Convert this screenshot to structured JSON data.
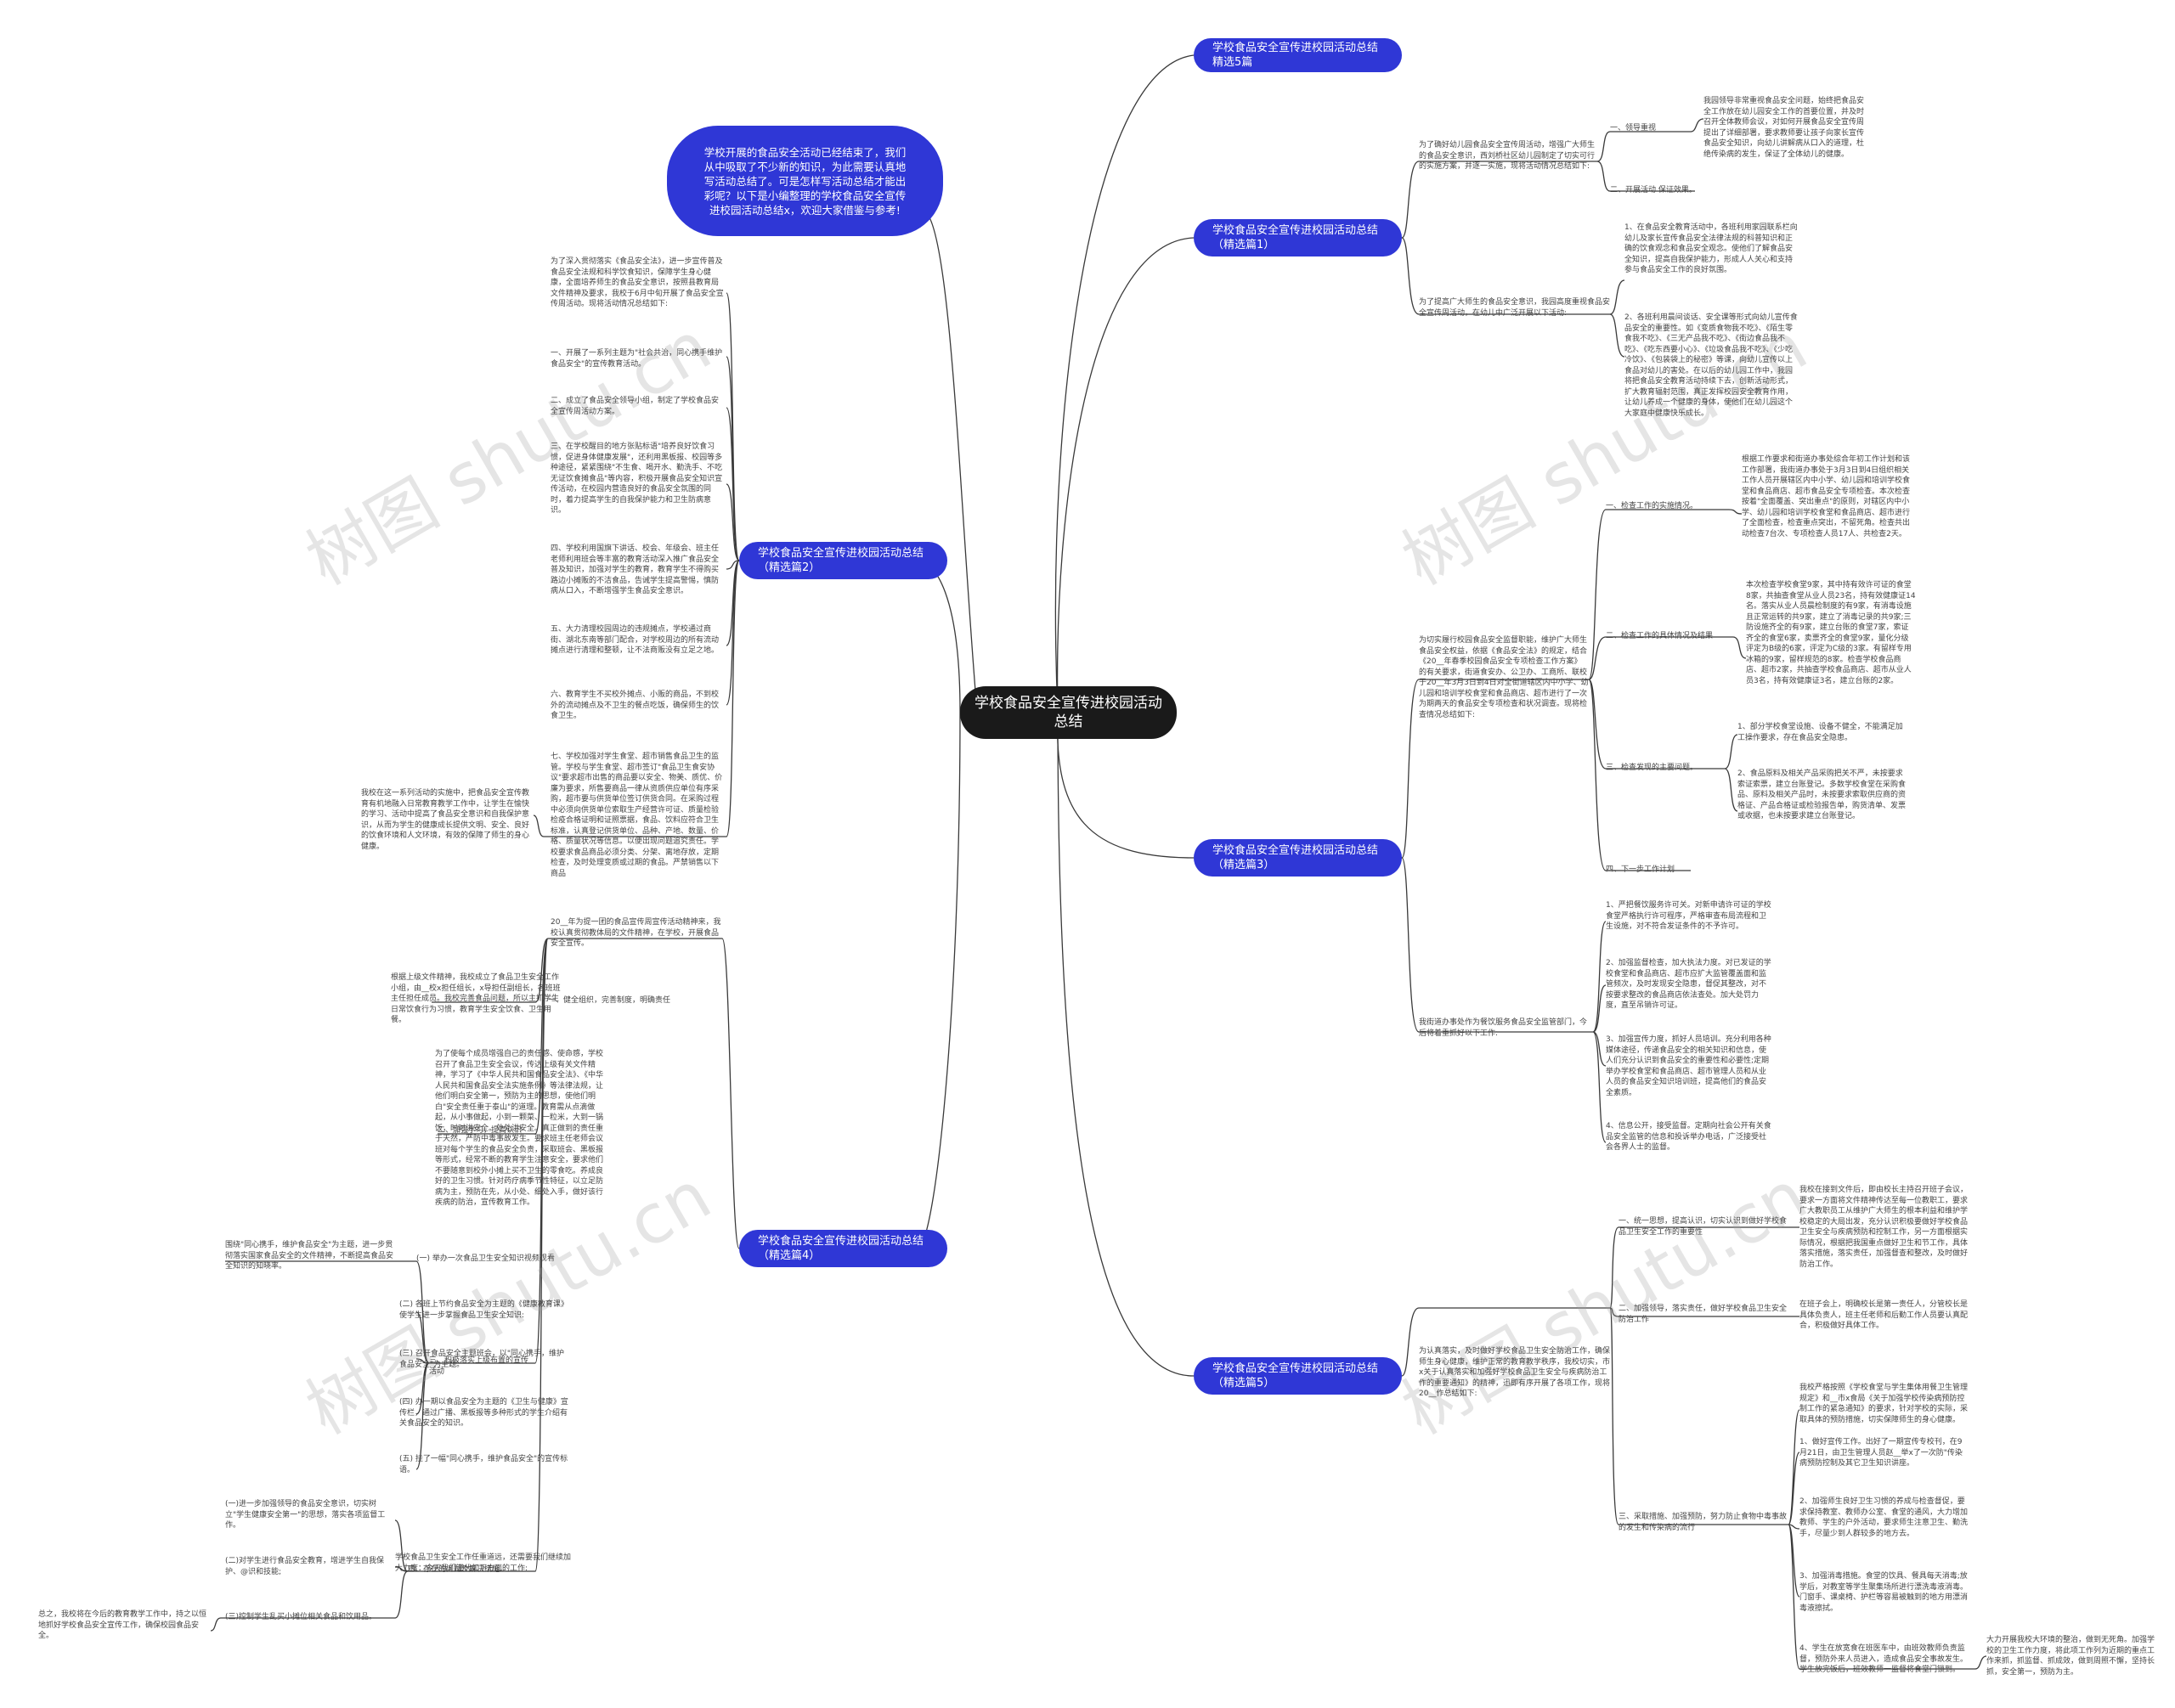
{
  "root": "学校食品安全宣传进校园活动总结",
  "intro": "学校开展的食品安全活动已经结束了，我们从中吸取了不少新的知识，为此需要认真地写活动总结了。可是怎样写活动总结才能出彩呢？以下是小编整理的学校食品安全宣传进校园活动总结x，欢迎大家借鉴与参考!",
  "watermark": "树图 shutu.cn",
  "branches": {
    "b5": "学校食品安全宣传进校园活动总结精选5篇",
    "b1": "学校食品安全宣传进校园活动总结（精选篇1）",
    "b2": "学校食品安全宣传进校园活动总结（精选篇2）",
    "b3": "学校食品安全宣传进校园活动总结（精选篇3）",
    "b4": "学校食品安全宣传进校园活动总结（精选篇4）",
    "b5b": "学校食品安全宣传进校园活动总结（精选篇5）"
  },
  "texts": {
    "p1a": "为了确好幼儿园食品安全宣传周活动，增强广大师生的食品安全意识，西刘桥社区幼儿园制定了切实可行的实施方案，并逐一实施，现将活动情况总结如下:",
    "p1a1": "一、领导重视",
    "p1a1t": "我园领导非常重视食品安全问题，始终把食品安全工作放在幼儿园安全工作的首要位置，并及时召开全体教师会议，对如何开展食品安全宣传周提出了详细部署，要求教师要让孩子向家长宣传食品安全知识，向幼儿讲解病从口入的道理，杜绝传染病的发生，保证了全体幼儿的健康。",
    "p1a2": "二、开展活动 保证效果。",
    "p1b": "为了提高广大师生的食品安全意识，我园高度重视食品安全宣传周活动，在幼儿中广泛开展以下活动:",
    "p1b1": "1、在食品安全教育活动中，各班利用家园联系栏向幼儿及家长宣传食品安全法律法规的科普知识和正确的饮食观念和食品安全观念。使他们了解食品安全知识，提高自我保护能力，形成人人关心和支持参与食品安全工作的良好氛围。",
    "p1b2": "2、各班利用晨间谈话、安全课等形式向幼儿宣传食品安全的重要性。如《变质食物我不吃》、《陌生零食我不吃》、《三无产品我不吃》、《街边食品我不吃》、《吃东西要小心》、《垃圾食品我不吃》、《少吃冷饮》、《包装袋上的秘密》等课，向幼儿宣传以上食品对幼儿的害处。在以后的幼儿园工作中，我园将把食品安全教育活动持续下去，创新活动形式，扩大教育辐射范围，真正发挥校园安全教育作用，让幼儿养成一个健康的身体，使他们在幼儿园这个大家庭中健康快乐成长。",
    "p2a": "为了深入贯彻落实《食品安全法》，进一步宣传普及食品安全法规和科学饮食知识，保障学生身心健康，全面培养师生的食品安全意识，按照县教育局文件精神及要求，我校于6月中旬开展了食品安全宣传周活动。现将活动情况总结如下:",
    "p2b": "一、开展了一系列主题为\"社会共治，同心携手维护食品安全\"的宣传教育活动。",
    "p2c": "二、成立了食品安全领导小组，制定了学校食品安全宣传周活动方案。",
    "p2d": "三、在学校醒目的地方张贴标语\"培养良好饮食习惯，促进身体健康发展\"，还利用黑板报、校园等多种途径，紧紧围绕\"不生食、喝开水、勤洗手、不吃无证饮食摊食品\"等内容，积极开展食品安全知识宣传活动，在校园内营造良好的食品安全氛围的同时，着力提高学生的自我保护能力和卫生防病意识。",
    "p2e": "四、学校利用国旗下讲话、校会、年级会、班主任老师利用班会等丰富的教育活动深入推广食品安全普及知识，加强对学生的教育，教育学生不得购买路边小摊贩的不洁食品，告诫学生提高警惕，慎防病从口入，不断增强学生食品安全意识。",
    "p2f": "五、大力清理校园周边的违规摊点，学校通过商街、湖北东南等部门配合，对学校周边的所有流动摊点进行清理和整顿，让不法商贩没有立足之地。",
    "p2g": "六、教育学生不买校外摊点、小贩的商品，不到校外的流动摊点及不卫生的餐点吃饭，确保师生的饮食卫生。",
    "p2h": "七、学校加强对学生食堂、超市销售食品卫生的监管。学校与学生食堂、超市签订\"食品卫生食安协议\"要求超市出售的商品要以安全、物美、质优、价廉为要求，所售要商品一律从资质供应单位有序采购，超市要与供货单位签订供货合同。在采购过程中必须向供货单位索取生产经营许可证、质量检验检疫合格证明和证照票据，食品、饮料应符合卫生标准，认真登记供货单位、品种、产地、数量、价格、质量状况等信息。以便出现问题追究责任。学校要求食品商品必须分类、分架、离地存放，定期检查，及时处理变质或过期的食品。严禁销售以下商品",
    "p2i": "我校在这一系列活动的实施中，把食品安全宣传教育有机地融入日常教育教学工作中，让学生在愉快的学习、活动中提高了食品安全意识和自我保护意识，从而为学生的健康成长提供文明、安全、良好的饮食环境和人文环境，有效的保障了师生的身心健康。",
    "p3a": "为切实履行校园食品安全监督职能，维护广大师生食品安全权益，依据《食品安全法》的规定，结合《20__年春季校园食品安全专项检查工作方案》的有关要求，街道食安办、公卫办、工商所、联校于20__年3月3日到4日对全街道辖区内中小学、幼儿园和培训学校食堂和食品商店、超市进行了一次为期两天的食品安全专项检查和状况调查。现将检查情况总结如下:",
    "p3a1": "一、检查工作的实施情况。",
    "p3a1t": "根据工作要求和街道办事处综合年初工作计划和该工作部署，我街道办事处于3月3日到4日组织相关工作人员开展辖区内中小学、幼儿园和培训学校食堂和食品商店、超市食品安全专项检查。本次检查按着\"全面覆盖、突出重点\"的原则，对辖区内中小学、幼儿园和培训学校食堂和食品商店、超市进行了全面检查，检查重点突出，不留死角。检查共出动检查7台次、专项检查人员17人、共检查2天。",
    "p3a2": "二、检查工作的具体情况及结果",
    "p3a2t": "本次检查学校食堂9家，其中持有效许可证的食堂8家，共抽查食堂从业人员23名，持有效健康证14名。落实从业人员晨检制度的有9家，有消毒设施且正常运转的共9家，建立了消毒记录的共9家;三防设施齐全的有9家，建立台账的食堂7家，索证齐全的食堂6家，卖票齐全的食堂9家，量化分级评定为B级的6家，评定为C级的3家。有留样专用冰箱的9家，留样规范的8家。检查学校食品商店、超市2家，共抽查学校食品商店、超市从业人员3名，持有效健康证3名，建立台账的2家。",
    "p3a3": "三、检查发现的主要问题。",
    "p3a3t1": "1、部分学校食堂设施、设备不健全，不能满足加工操作要求，存在食品安全隐患。",
    "p3a3t2": "2、食品原料及相关产品采购把关不严，未按要求索证索票，建立台账登记。多数学校食堂在采购食品、原料及相关产品时，未按要求索取供应商的资格证、产品合格证或检验报告单，购货清单、发票或收据，也未按要求建立台账登记。",
    "p3a4": "四、下一步工作计划",
    "p3b": "我街道办事处作为餐饮服务食品安全监管部门，今后将着重抓好以下工作:",
    "p3b1": "1、严把餐饮服务许可关。对新申请许可证的学校食堂严格执行许可程序，严格审查布局流程和卫生设施，对不符合发证条件的不予许可。",
    "p3b2": "2、加强监督检查，加大执法力度。对已发证的学校食堂和食品商店、超市应扩大监管覆盖面和监管频次，及时发现安全隐患，督促其整改，对不按要求整改的食品商店依法查处。加大处罚力度，直至吊销许可证。",
    "p3b3": "3、加强宣传力度，抓好人员培训。充分利用各种媒体途径，传递食品安全的相关知识和信息，使人们充分认识到食品安全的重要性和必要性;定期举办学校食堂和食品商店、超市管理人员和从业人员的食品安全知识培训班，提高他们的食品安全素质。",
    "p3b4": "4、信息公开，接受监督。定期向社会公开有关食品安全监管的信息和投诉举办电话，广泛接受社会各界人士的监督。",
    "p4a": "20__年为提一团的食品宣传周宣传活动精神来，我校认真贯彻教体局的文件精神，在学校，开展食品安全宣传。",
    "p4a1": "一、健全组织，完善制度，明确责任",
    "p4a1t": "根据上级文件精神，我校成立了食品卫生安全工作小组，由__校x担任组长，x导担任副组长，各班班主任担任成员。我校完善食品问题，所以主抓学生日常饮食行为习惯，教育学生安全饮食、卫生用餐。",
    "p4a2": "二、加强学习，提高认识",
    "p4a2t": "为了使每个成员增强自己的责任感、使命感，学校召开了食品卫生安全会议，传达上级有关文件精神，学习了《中华人民共和国食品安全法》、《中华人民共和国食品安全法实施条例》等法律法规，让他们明白安全第一，预防为主的思想，使他们明白\"安全责任重于泰山\"的道理。教育需从点滴做起，从小事做起，小到一颗菜、一粒米，大到一锅饭，时时讲安全。处处讲安全。真正做到的责任重于天然，严防中毒事故发生。要求班主任老师会议班对每个学生的食品安全负责，采取班会、黑板报等形式，经常不断的教育学生注意安全，要求他们不要随意到校外小摊上买不卫生的零食吃。养成良好的卫生习惯。针对药疗病季节性特征，以立足防病为主，预防在先，从小处、细处入手，做好该行疾病的防治，宣传教育工作。",
    "p4a3": "三、积极落实上级布置的宣传活动",
    "p4a3a": "(一) 举办一次食品卫生安全知识视频观看",
    "p4a3at": "围绕\"同心携手，维护食品安全\"为主题，进一步贯彻落实国家食品安全的文件精神，不断提高食品安全知识的知晓率。",
    "p4a3b": "(二) 各班上节约食品安全为主题的《健康教育课》使学生进一步掌握食品卫生安全知识:",
    "p4a3c": "(三) 召开食品安全主题班会，以\"同心携手，维护食品安全\"为主题。",
    "p4a3d": "(四) 办一期以食品安全为主题的《卫生与健康》宣传栏，通过广播、黑板报等多种形式的学生介绍有关食品安全的知识。",
    "p4a3e": "(五) 挂了一幅\"同心携手，维护食品安全\"的宣传标语。",
    "p4a4": "四、存在的问题及解决措施。",
    "p4a4t": "学校食品卫生安全工作任重道远，还需要我们继续加大力度：今天我们谨代如下方面的工作:",
    "p4a4a": "(一)进一步加强领导的食品安全意识，切实树立\"学生健康安全第一\"的思想，落实各项监督工作。",
    "p4a4b": "(二)对学生进行食品安全教育，增进学生自我保护、@识和技能;",
    "p4a4c": "(三)控制学生乱买小摊位相关食品和饮用品。",
    "p4z": "总之，我校将在今后的教育教学工作中，持之以恒地抓好学校食品安全宣传工作，确保校园食品安全。",
    "p5a": "为认真落实，及时做好学校食品卫生安全防治工作，确保师生身心健康，维护正常的教育教学秩序，我校切实，市x关于认真落实和加强好学校食品卫生安全与疾病防治工作的重要通知》的精神，迅即有序开展了各项工作，现将20__作总结如下:",
    "p5a1": "一、统一思想，提高认识，切实认识到做好学校食品卫生安全工作的重要性",
    "p5a1t": "我校在接到文件后，即由校长主持召开班子会议，要求一方面将文件精神传达至每一位教职工，要求广大教职员工从维护广大师生的根本利益和维护学校稳定的大局出发，充分认识积极要做好学校食品卫生安全与疾病预防和控制工作，另一方面根据实际情况，根据把我国重点做好卫生和节工作，具体落实措施，落实责任，加强督查和整改，及时做好防治工作。",
    "p5a2": "二、加强领导，落实责任，做好学校食品卫生安全防治工作",
    "p5a2t": "在班子会上，明确校长是第一责任人，分管校长是具体负责人，班主任老师和后勤工作人员要认真配合，积极做好具体工作。",
    "p5a3": "三、采取措施、加强预防，努力防止食物中毒事故的发生和传染病的流行",
    "p5a3t": "我校严格按照《学校食堂与学生集体用餐卫生管理规定》和__市x食局《关于加强学校传染病预防控制工作的紧急通知》的要求，针对学校的实际，采取具体的预防措施，切实保障师生的身心健康。",
    "p5a3t1": "1、做好宣传工作。出好了一期宣传专校刊，在9月21日，由卫生管理人员赵__举x了一次防\"传染病预防控制及其它卫生知识讲座。",
    "p5a3t2": "2、加强师生良好卫生习惯的养成与检查督促，要求保持教室、教师办公室、食堂的通风，大力增加教师、学生的户外活动，要求师生注意卫生、勤洗手，尽量少到人群较多的地方去。",
    "p5a3t3": "3、加强消毒措施。食堂的饮具、餐具每天消毒;放学后，对教室等学生聚集场所进行漂洗毒液消毒。门窗手、课桌椅、护栏等容易被触到的地方用漂消毒液擦拭。",
    "p5a3t4": "4、学生在放宽食在班医车中，由班效教师负责监督，预防外来人员进入，造成食品安全事故发生。学生放完饭后，班效教师一监督将食堂门锁到。",
    "p5a3t4t": "大力开展我校大环境的整治，做到无死角。加强学校的卫生工作力度，将此项工作列为近期的重点工作来抓，抓监督、抓成效，做到周照不懈，坚持长抓，安全第一，预防为主。"
  }
}
